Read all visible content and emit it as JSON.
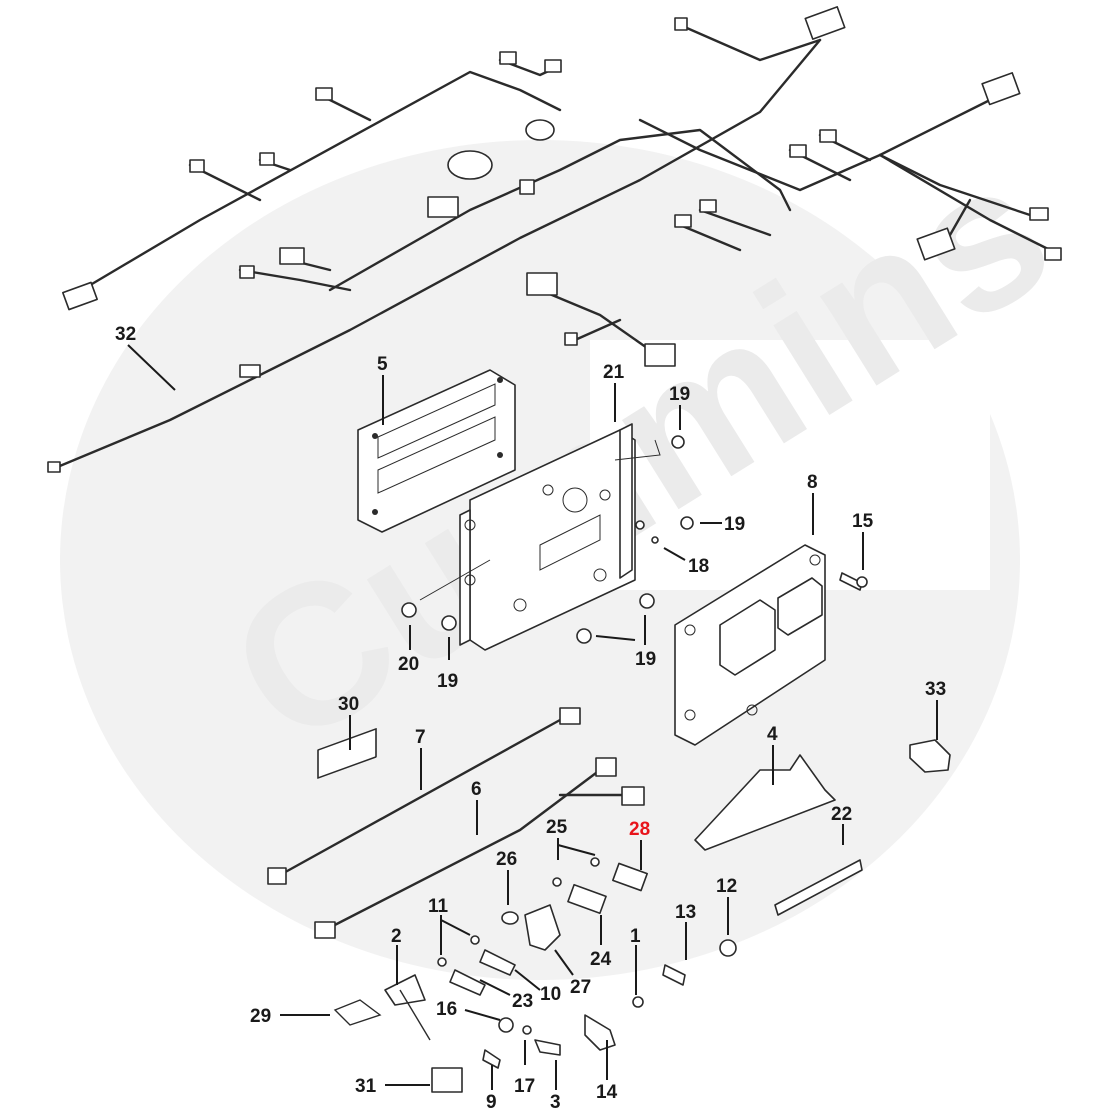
{
  "watermark": {
    "text": "Cummins"
  },
  "callouts": [
    {
      "id": "c32",
      "label": "32"
    },
    {
      "id": "c5",
      "label": "5"
    },
    {
      "id": "c21",
      "label": "21"
    },
    {
      "id": "c19a",
      "label": "19"
    },
    {
      "id": "c19b",
      "label": "19"
    },
    {
      "id": "c18",
      "label": "18"
    },
    {
      "id": "c8",
      "label": "8"
    },
    {
      "id": "c15",
      "label": "15"
    },
    {
      "id": "c20",
      "label": "20"
    },
    {
      "id": "c19c",
      "label": "19"
    },
    {
      "id": "c19d",
      "label": "19"
    },
    {
      "id": "c33",
      "label": "33"
    },
    {
      "id": "c30",
      "label": "30"
    },
    {
      "id": "c7",
      "label": "7"
    },
    {
      "id": "c4",
      "label": "4"
    },
    {
      "id": "c6",
      "label": "6"
    },
    {
      "id": "c25",
      "label": "25"
    },
    {
      "id": "c28",
      "label": "28"
    },
    {
      "id": "c22",
      "label": "22"
    },
    {
      "id": "c26",
      "label": "26"
    },
    {
      "id": "c12",
      "label": "12"
    },
    {
      "id": "c13",
      "label": "13"
    },
    {
      "id": "c11",
      "label": "11"
    },
    {
      "id": "c24",
      "label": "24"
    },
    {
      "id": "c1",
      "label": "1"
    },
    {
      "id": "c2",
      "label": "2"
    },
    {
      "id": "c10",
      "label": "10"
    },
    {
      "id": "c27",
      "label": "27"
    },
    {
      "id": "c23",
      "label": "23"
    },
    {
      "id": "c29",
      "label": "29"
    },
    {
      "id": "c16",
      "label": "16"
    },
    {
      "id": "c31",
      "label": "31"
    },
    {
      "id": "c9",
      "label": "9"
    },
    {
      "id": "c17",
      "label": "17"
    },
    {
      "id": "c3",
      "label": "3"
    },
    {
      "id": "c14",
      "label": "14"
    }
  ],
  "highlight": {
    "callout": "28",
    "color": "#e8141b"
  },
  "colors": {
    "line": "#2b2b2b",
    "watermark": "#f0f0f0"
  }
}
